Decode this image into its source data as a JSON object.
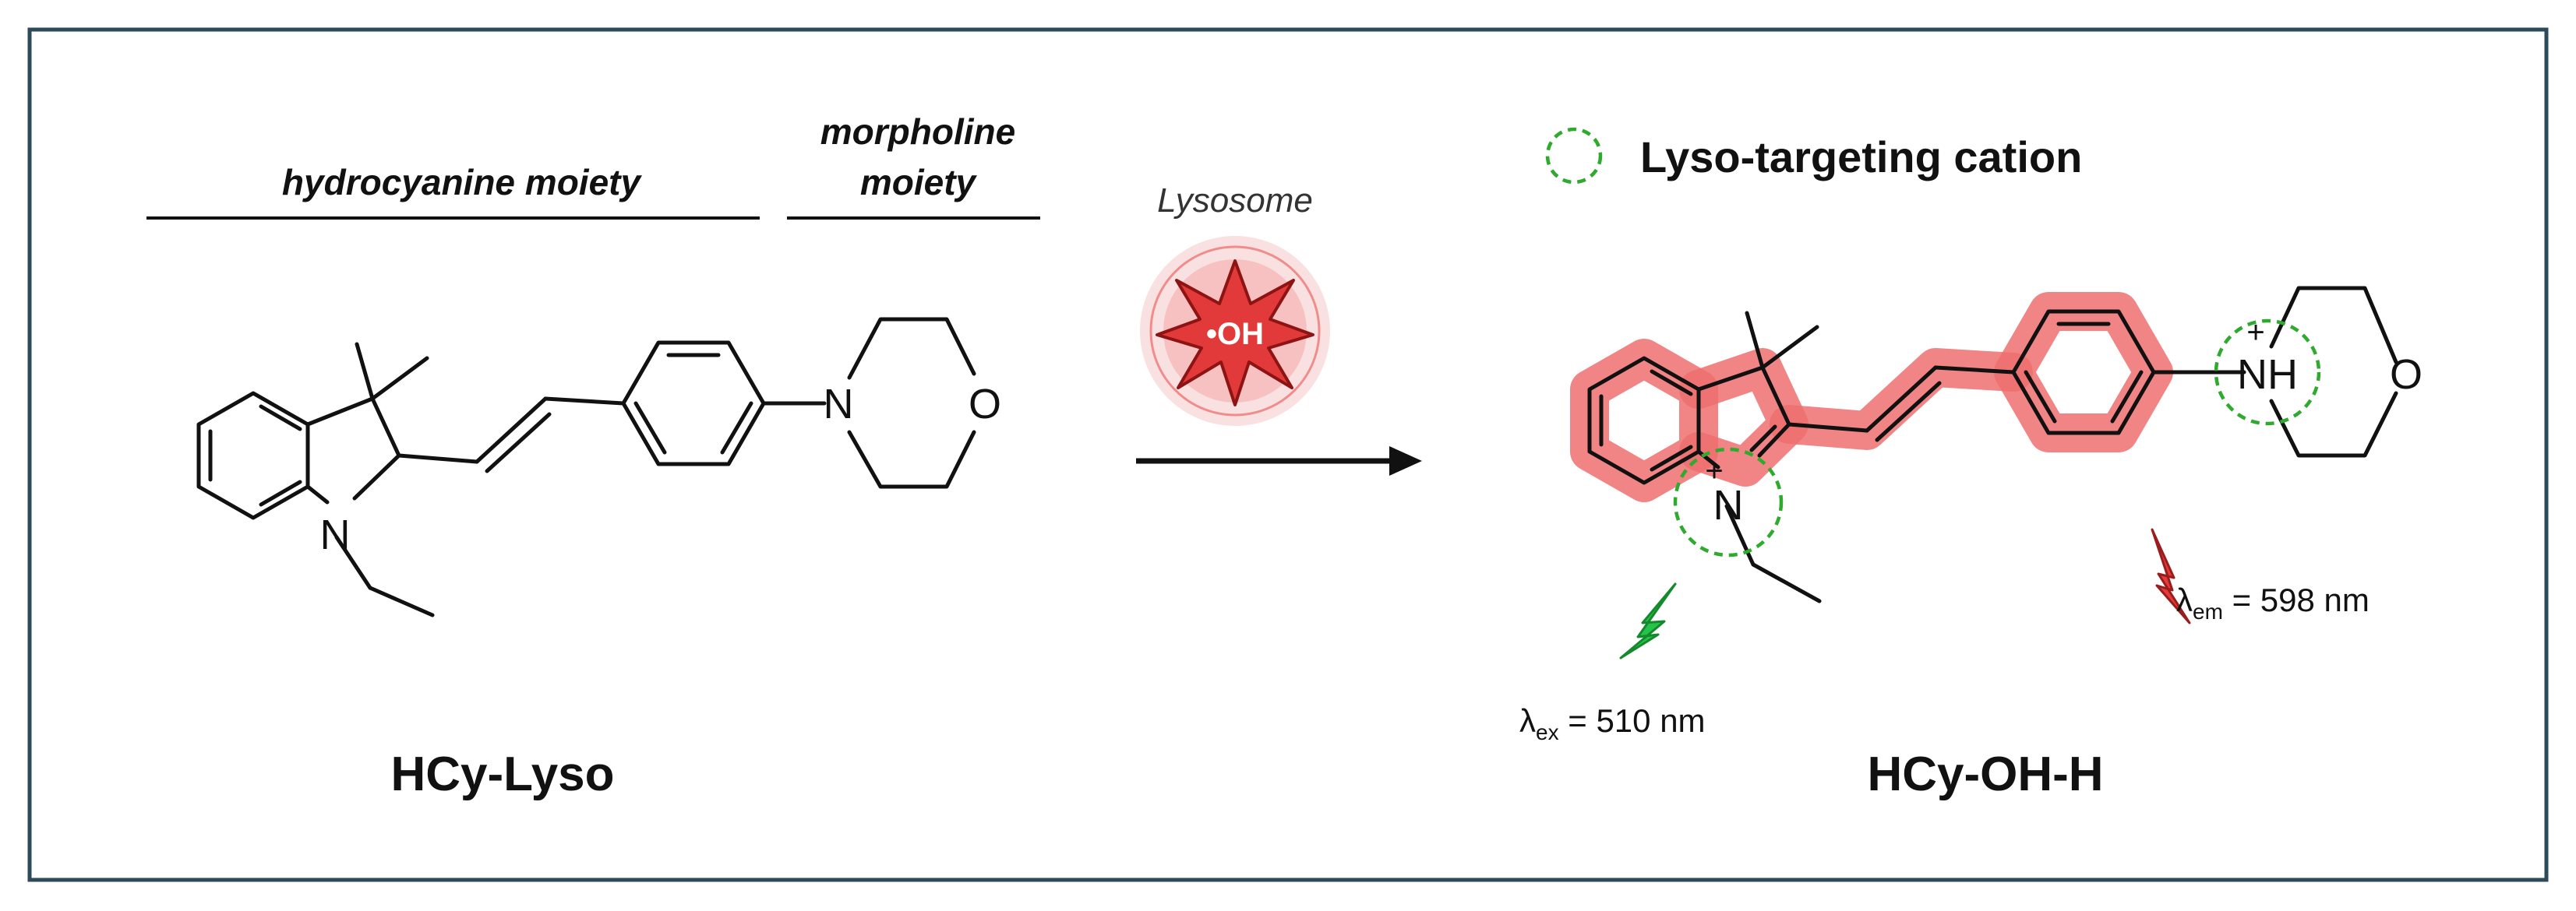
{
  "header": {
    "hydrocyanine_label": "hydrocyanine moiety",
    "morpholine_label_1": "morpholine",
    "morpholine_label_2": "moiety"
  },
  "reaction": {
    "condition_label": "Lysosome",
    "reagent_label": "•OH"
  },
  "legend": {
    "label": "Lyso-targeting cation",
    "marker_color": "#2eaa2e"
  },
  "reactant": {
    "name": "HCy-Lyso",
    "atoms": {
      "n_indoline": "N",
      "n_morpholine": "N",
      "o_morpholine": "O"
    }
  },
  "product": {
    "name": "HCy-OH-H",
    "atoms": {
      "n_indolium": "N",
      "n_morpholinium": "NH",
      "o_morpholine": "O",
      "plus": "+"
    },
    "highlight_color": "#ef6f6f"
  },
  "excitation": {
    "symbol": "λ",
    "subscript": "ex",
    "value": " = 510 nm",
    "icon": "green-lightning-icon"
  },
  "emission": {
    "symbol": "λ",
    "subscript": "em",
    "value": " = 598 nm",
    "icon": "red-lightning-icon"
  },
  "colors": {
    "frame": "#2c4a5a",
    "highlight": "#ef6f6f",
    "cation_circle": "#2eaa2e",
    "radical_badge": "#e23a3a"
  }
}
